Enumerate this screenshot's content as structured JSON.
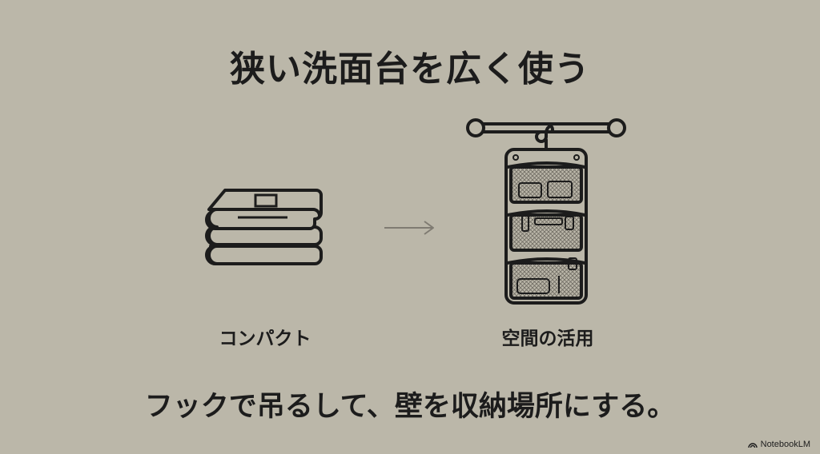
{
  "title": "狭い洗面台を広く使う",
  "left_caption": "コンパクト",
  "right_caption": "空間の活用",
  "subtitle": "フックで吊るして、壁を収納場所にする。",
  "brand": {
    "label": "NotebookLM",
    "icon": "notebooklm-logo-icon"
  },
  "colors": {
    "background": "#bbb7a9",
    "ink": "#1c1c1c",
    "mesh": "#8f8b81",
    "arrow": "#7f7b72"
  },
  "icons": [
    "folded-towels-icon",
    "arrow-right-icon",
    "hanging-organizer-icon"
  ]
}
